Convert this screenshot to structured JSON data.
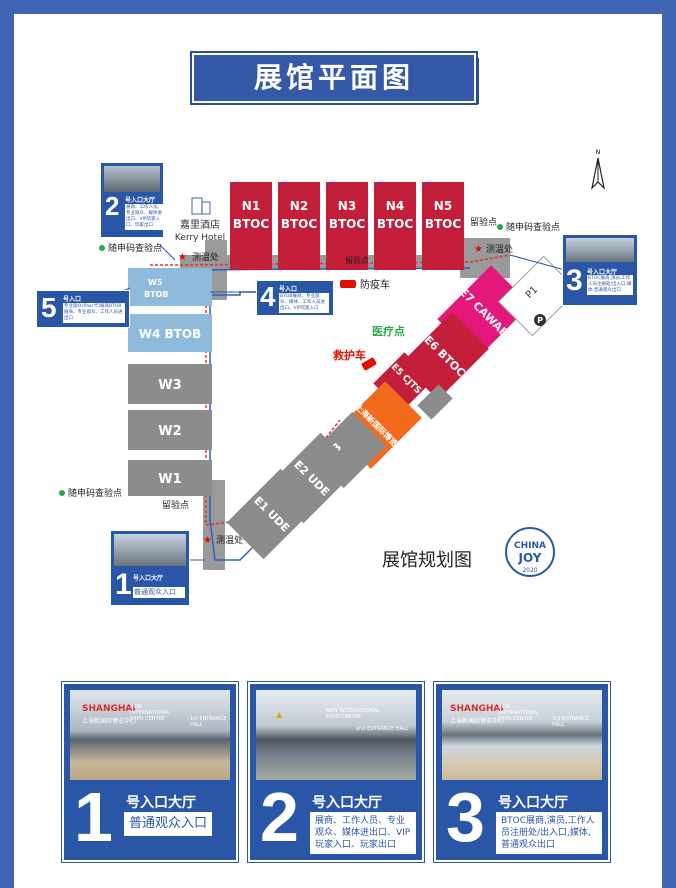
{
  "title": "展馆平面图",
  "map_title": "展馆规划图",
  "logo": {
    "top": "CHINA",
    "mid": "JOY",
    "year": "2020"
  },
  "compass": "N",
  "north_halls": [
    {
      "id": "N1",
      "type": "BTOC"
    },
    {
      "id": "N2",
      "type": "BTOC"
    },
    {
      "id": "N3",
      "type": "BTOC"
    },
    {
      "id": "N4",
      "type": "BTOC"
    },
    {
      "id": "N5",
      "type": "BTOC"
    }
  ],
  "west_halls": {
    "w5": "W5",
    "w5_sub": "BTOB",
    "w4": "W4 BTOB",
    "w3": "W3",
    "w2": "W2",
    "w1": "W1"
  },
  "east_halls": {
    "e7": "E7 CAWAE",
    "e6": "E6 BTOC",
    "e5": "E5 CJTS",
    "e4": "E4 上海新国际博览中心",
    "e3": "E3",
    "e2": "E2 UDE",
    "e1": "E1 UDE",
    "p1": "P1",
    "p": "P"
  },
  "hotel": {
    "cn": "嘉里酒店",
    "en": "Kerry Hotel"
  },
  "markers": {
    "temp": "测温处",
    "check": "留验点",
    "code": "随申码查验点",
    "epidemic_car": "防疫车",
    "medical": "医疗点",
    "ambulance": "救护车"
  },
  "entrances": {
    "e1": {
      "num": "1",
      "title": "号入口大厅",
      "desc": "普通观众入口"
    },
    "e2": {
      "num": "2",
      "title": "号入口大厅",
      "desc": "展商、工作人员、专业观众、媒体进出口、VIP玩家入口、玩家出口"
    },
    "e3": {
      "num": "3",
      "title": "号入口大厅",
      "desc": "BTOC展商,演员,工作人员注册处/出入口,媒体,普通观众出口"
    },
    "e4": {
      "num": "4",
      "title": "号入口",
      "desc": "BTOB展商、专业观众、媒体、工作人员进出口、VIP玩家入口"
    },
    "e5": {
      "num": "5",
      "title": "号入口",
      "desc": "专业观众(Pass卡)展商BTOB展商、专业观众、工作人员进出口"
    }
  },
  "sign_texts": {
    "venue": "SHANGHAI",
    "venue_sub": "NEW INTERNATIONAL EXPO CENTRE",
    "venue_cn": "上海新国际博览中心",
    "hall1": "1st ENTRANCE HALL",
    "hall2": "2nd ENTRANCE HALL",
    "hall3": "3rd ENTRANCE HALL"
  },
  "colors": {
    "frame": "#3f65b3",
    "red": "#c41f3a",
    "pink": "#e4187a",
    "orange": "#f26a1b",
    "grey": "#8c8c8c",
    "lightblue": "#8fbadc"
  }
}
